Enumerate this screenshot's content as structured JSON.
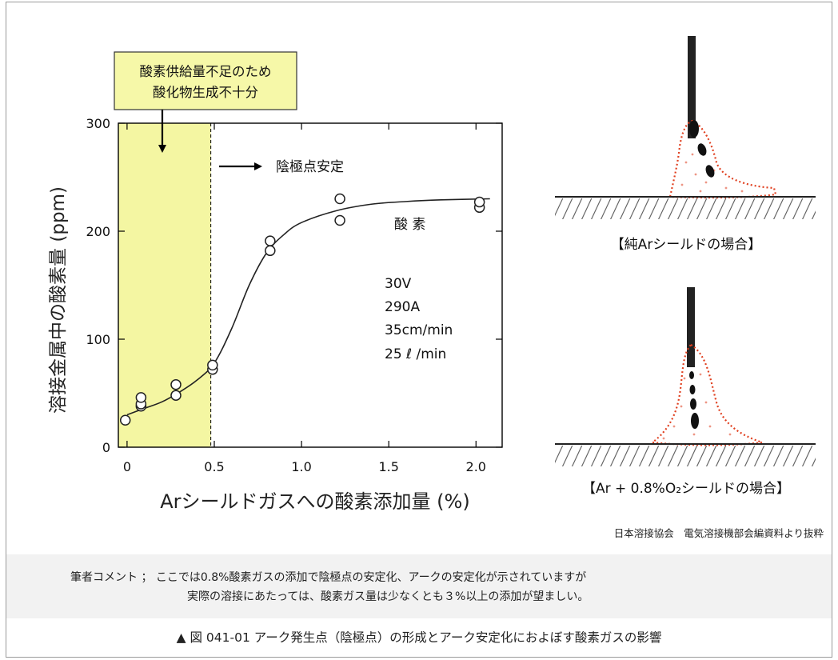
{
  "chart_data": {
    "type": "scatter",
    "ylabel": "溶接金属中の酸素量 (ppm)",
    "xlabel": "Arシールドガスへの酸素添加量 (%)",
    "xlim": [
      -0.05,
      2.15
    ],
    "ylim": [
      0,
      300
    ],
    "x_ticks": [
      0,
      0.5,
      1.0,
      1.5,
      2.0
    ],
    "x_tick_labels": [
      "0",
      "0.5",
      "1.0",
      "1.5",
      "2.0"
    ],
    "y_ticks": [
      0,
      100,
      200,
      300
    ],
    "y_tick_labels": [
      "0",
      "100",
      "200",
      "300"
    ],
    "grid": false,
    "series": [
      {
        "name": "酸 素",
        "points": [
          [
            -0.01,
            25
          ],
          [
            0.08,
            38
          ],
          [
            0.08,
            40
          ],
          [
            0.08,
            46
          ],
          [
            0.28,
            48
          ],
          [
            0.28,
            58
          ],
          [
            0.49,
            72
          ],
          [
            0.49,
            76
          ],
          [
            0.82,
            182
          ],
          [
            0.82,
            191
          ],
          [
            1.22,
            210
          ],
          [
            1.22,
            230
          ],
          [
            2.02,
            222
          ],
          [
            2.02,
            227
          ]
        ],
        "curve": [
          [
            0,
            30
          ],
          [
            0.1,
            36
          ],
          [
            0.2,
            42
          ],
          [
            0.3,
            51
          ],
          [
            0.4,
            62
          ],
          [
            0.5,
            78
          ],
          [
            0.6,
            110
          ],
          [
            0.7,
            150
          ],
          [
            0.8,
            180
          ],
          [
            0.9,
            197
          ],
          [
            1.0,
            208
          ],
          [
            1.2,
            219
          ],
          [
            1.4,
            225
          ],
          [
            1.6,
            227.5
          ],
          [
            1.8,
            229
          ],
          [
            2.08,
            230
          ]
        ]
      }
    ],
    "shaded_region": {
      "x": [
        -0.05,
        0.48
      ],
      "color": "#f4f6a2"
    },
    "divider_x": 0.48,
    "arrow_label": "陰極点安定",
    "callout": [
      "酸素供給量不足のため",
      "酸化物生成不十分"
    ],
    "conditions": [
      "30V",
      "290A",
      "35cm/min",
      "25 ℓ /min"
    ]
  },
  "diagrams": {
    "pure_ar_label": "【純Arシールドの場合】",
    "ar_o2_label": "【Ar + 0.8%O₂シールドの場合】",
    "droplet_color": "#e04020"
  },
  "source_note": "日本溶接協会　電気溶接機部会編資料より抜粋",
  "comment": {
    "line1": "筆者コメント ； ここでは0.8%酸素ガスの添加で陰極点の安定化、アークの安定化が示されていますが",
    "line2": "実際の溶接にあたっては、酸素ガス量は少なくとも３%以上の添加が望ましい。"
  },
  "caption": "▲ 図 041-01 アーク発生点（陰極点）の形成とアーク安定化におよぼす酸素ガスの影響"
}
